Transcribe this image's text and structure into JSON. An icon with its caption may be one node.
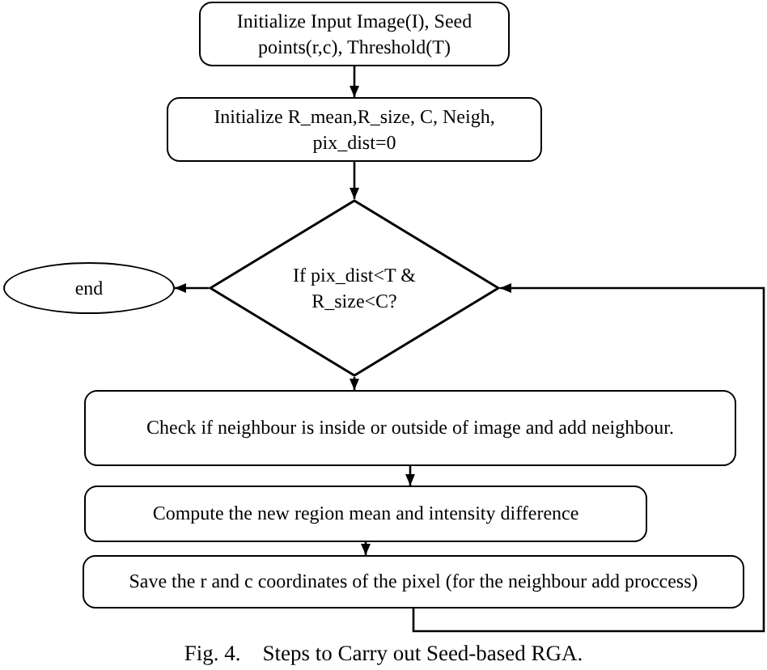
{
  "diagram": {
    "caption": "Fig. 4.    Steps to Carry out Seed-based RGA.",
    "nodes": [
      {
        "text": [
          "Initialize Input Image(I), Seed points(r,c), Threshold(T)"
        ]
      },
      {
        "text": [
          "Initialize R_mean,R_size, C, Neigh, pix_dist=0"
        ]
      },
      {
        "text": [
          "If pix_dist<T & R_size<C?"
        ]
      },
      {
        "text": [
          "end"
        ]
      },
      {
        "text": [
          "Check if neighbour is inside or outside of image and add neighbour."
        ]
      },
      {
        "text": [
          "Compute the new region mean and intensity difference"
        ]
      },
      {
        "text": [
          "Save the r and c coordinates of the pixel (for the neighbour add proccess)"
        ]
      }
    ],
    "edges": [
      {
        "from": 0,
        "to": 1,
        "arrow": "to"
      },
      {
        "from": 1,
        "to": 2,
        "arrow": "to"
      },
      {
        "from": 2,
        "to": 3,
        "arrow": "to"
      },
      {
        "from": 2,
        "to": 4,
        "arrow": "to"
      },
      {
        "from": 4,
        "to": 5,
        "arrow": "to"
      },
      {
        "from": 5,
        "to": 6,
        "arrow": "to"
      },
      {
        "from": 6,
        "to": 2,
        "arrow": "to"
      }
    ]
  }
}
